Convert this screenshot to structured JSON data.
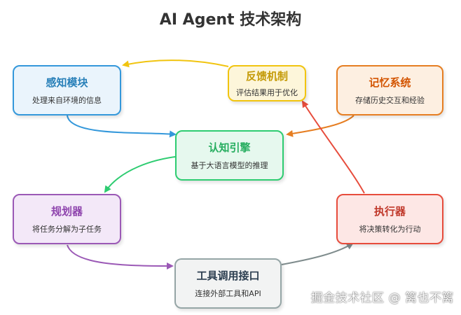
{
  "title": "AI Agent 技术架构",
  "nodes": {
    "perception": {
      "title": "感知模块",
      "desc": "处理来自环境的信息",
      "border": "#3498db",
      "fill": "#eaf4fc",
      "text": "#2980b9"
    },
    "feedback": {
      "title": "反馈机制",
      "desc": "评估结果用于优化",
      "border": "#f1c40f",
      "fill": "#fdf6da",
      "text": "#c49a06"
    },
    "memory": {
      "title": "记忆系统",
      "desc": "存储历史交互和经验",
      "border": "#e67e22",
      "fill": "#fdefe1",
      "text": "#d35400"
    },
    "cognition": {
      "title": "认知引擎",
      "desc": "基于大语言模型的推理",
      "border": "#2ecc71",
      "fill": "#e6f8ee",
      "text": "#27ae60"
    },
    "planner": {
      "title": "规划器",
      "desc": "将任务分解为子任务",
      "border": "#9b59b6",
      "fill": "#f3e8f8",
      "text": "#8e44ad"
    },
    "executor": {
      "title": "执行器",
      "desc": "将决策转化为行动",
      "border": "#e74c3c",
      "fill": "#fde7e5",
      "text": "#c0392b"
    },
    "tools": {
      "title": "工具调用接口",
      "desc": "连接外部工具和API",
      "border": "#95a5a6",
      "fill": "#f2f3f3",
      "text": "#2c3e50"
    }
  },
  "edges": [
    {
      "from": "perception",
      "to": "cognition",
      "color": "#3498db"
    },
    {
      "from": "memory",
      "to": "cognition",
      "color": "#e67e22"
    },
    {
      "from": "cognition",
      "to": "planner",
      "color": "#2ecc71"
    },
    {
      "from": "planner",
      "to": "tools",
      "color": "#9b59b6"
    },
    {
      "from": "tools",
      "to": "executor",
      "color": "#7f8c8d"
    },
    {
      "from": "executor",
      "to": "feedback",
      "color": "#e74c3c"
    },
    {
      "from": "feedback",
      "to": "perception",
      "color": "#f1c40f"
    }
  ],
  "watermark": "掘金技术社区 @ 篱也不篱"
}
